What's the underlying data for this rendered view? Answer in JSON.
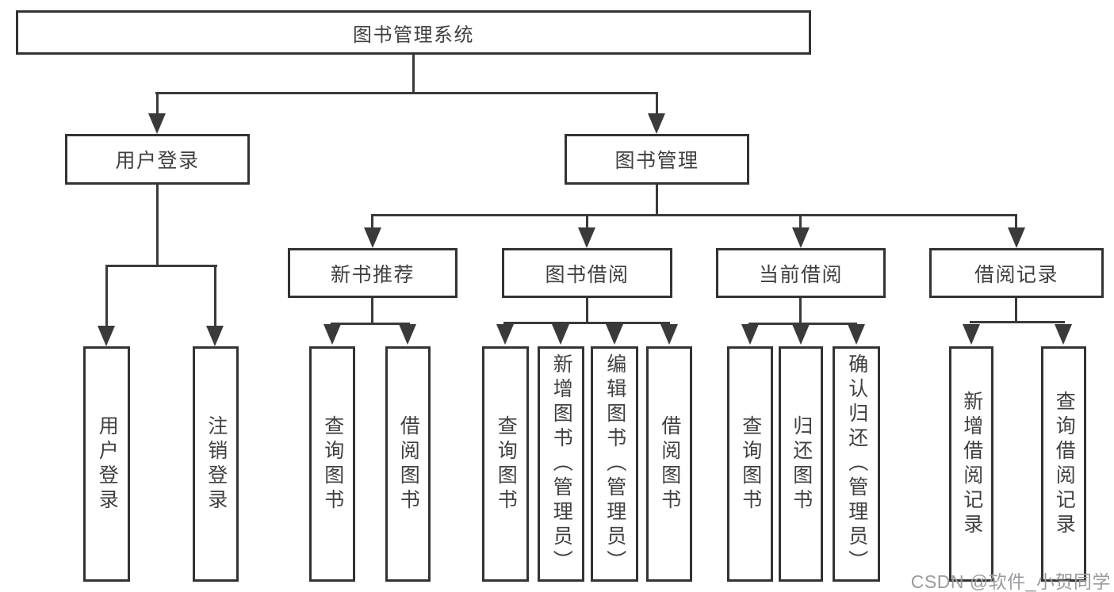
{
  "root": {
    "label": "图书管理系统"
  },
  "branches": {
    "user_login": {
      "label": "用户登录",
      "children": {
        "login": "用户登录",
        "logout": "注销登录"
      }
    },
    "book_mgmt": {
      "label": "图书管理",
      "modules": {
        "new_book_rec": {
          "label": "新书推荐",
          "children": {
            "query": "查询图书",
            "borrow": "借阅图书"
          }
        },
        "book_borrow": {
          "label": "图书借阅",
          "children": {
            "query": "查询图书",
            "add": "新增图书（管理员）",
            "edit": "编辑图书（管理员）",
            "borrow": "借阅图书"
          }
        },
        "current_borrow": {
          "label": "当前借阅",
          "children": {
            "query": "查询图书",
            "return": "归还图书",
            "confirm": "确认归还（管理员）"
          }
        },
        "borrow_record": {
          "label": "借阅记录",
          "children": {
            "add": "新增借阅记录",
            "query": "查询借阅记录"
          }
        }
      }
    }
  },
  "watermark": "CSDN @软件_小贺同学",
  "colors": {
    "line": "#3a3a3a",
    "border": "#333333",
    "text": "#404040",
    "watermark": "#9b9b9f",
    "background": "#ffffff"
  }
}
